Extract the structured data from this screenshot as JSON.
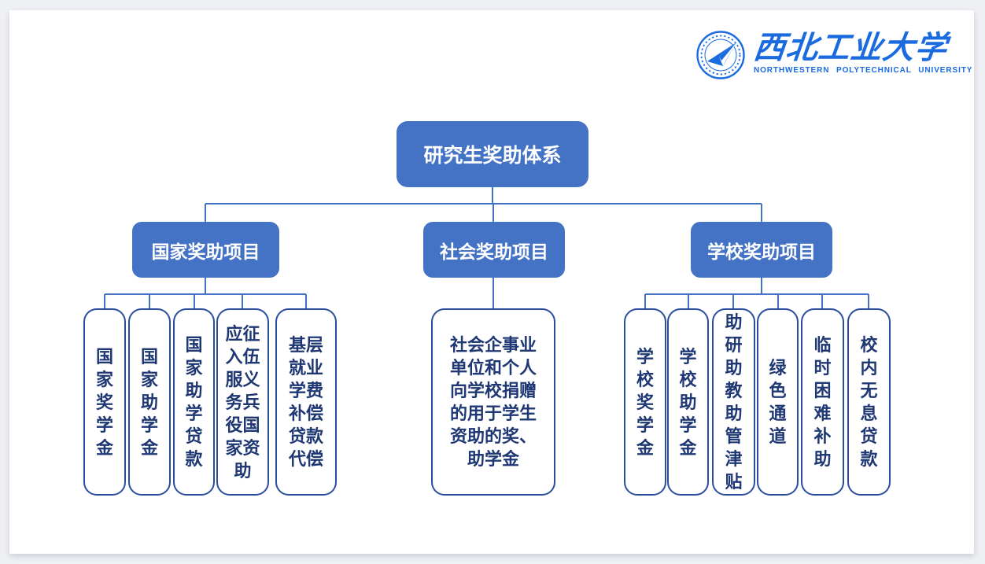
{
  "logo": {
    "university_cn": "西北工业大学",
    "university_en": "NORTHWESTERN POLYTECHNICAL UNIVERSITY",
    "emblem_icon": "university-seal-airplane-icon",
    "logo_color": "#1a6ae0"
  },
  "colors": {
    "node_fill": "#4472c4",
    "node_text": "#ffffff",
    "connector": "#4472c4",
    "leaf_border": "#2a4da0",
    "leaf_text": "#1f3874",
    "slide_background": "#ffffff",
    "page_background": "#eef0f4"
  },
  "tree": {
    "root": "研究生奖助体系",
    "branches": [
      {
        "label": "国家奖助项目",
        "children": [
          "国家奖学金",
          "国家助学金",
          "国家助学贷款",
          "应征入伍服义务兵役国家资助",
          "基层就业学费补偿贷款代偿"
        ]
      },
      {
        "label": "社会奖助项目",
        "children": [
          "社会企事业单位和个人向学校捐赠的用于学生资助的奖、助学金"
        ]
      },
      {
        "label": "学校奖助项目",
        "children": [
          "学校奖学金",
          "学校助学金",
          "助研助教助管津贴",
          "绿色通道",
          "临时困难补助",
          "校内无息贷款"
        ]
      }
    ]
  }
}
